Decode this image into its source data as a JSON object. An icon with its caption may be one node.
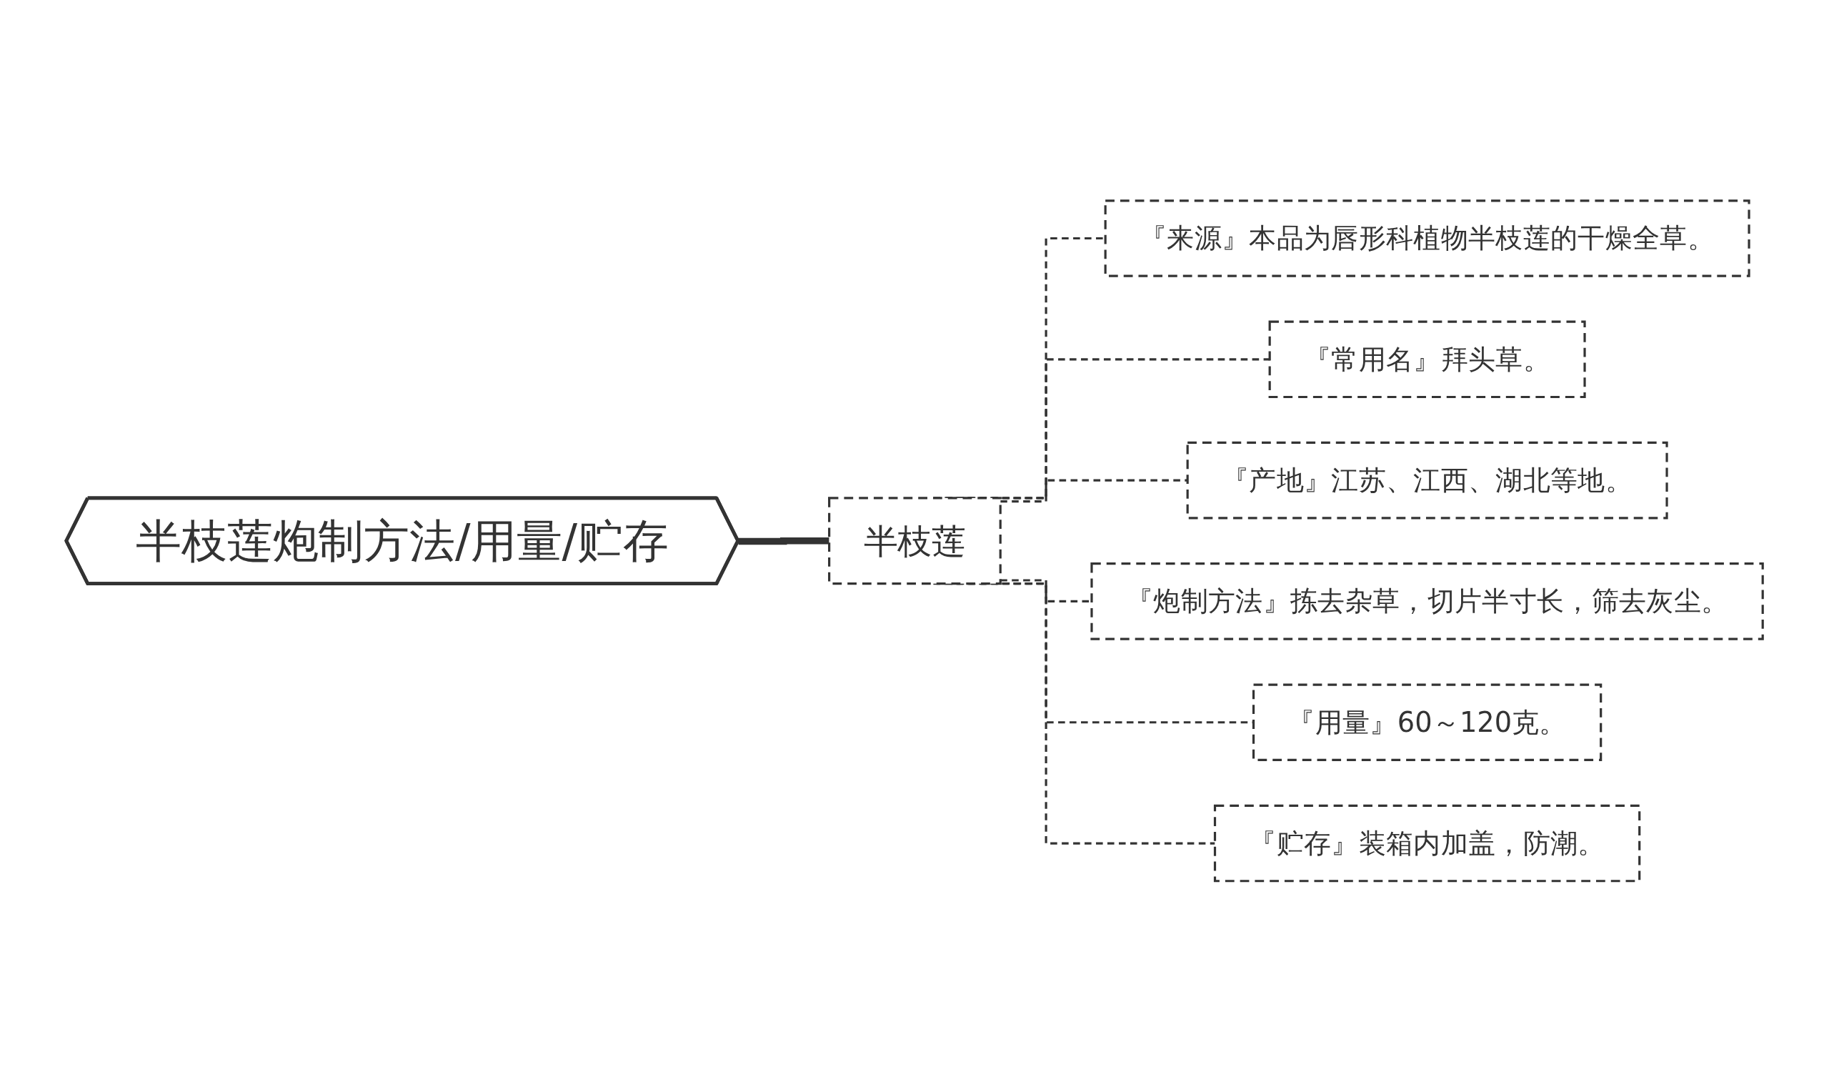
{
  "diagram": {
    "nodes": [
      {
        "text": [
          "半枝莲炮制方法/用量/贮存"
        ]
      },
      {
        "text": [
          "半枝莲"
        ]
      },
      {
        "text": [
          "『来源』本品为唇形科植物半枝莲的干燥全草。"
        ]
      },
      {
        "text": [
          "『常用名』拜头草。"
        ]
      },
      {
        "text": [
          "『产地』江苏、江西、湖北等地。"
        ]
      },
      {
        "text": [
          "『炮制方法』拣去杂草，切片半寸长，筛去灰尘。"
        ]
      },
      {
        "text": [
          "『用量』60～120克。"
        ]
      },
      {
        "text": [
          "『贮存』装箱内加盖，防潮。"
        ]
      }
    ],
    "edges": [
      {
        "from": 0,
        "to": 1,
        "arrow": "none",
        "style": "thick"
      },
      {
        "from": 1,
        "to": 2,
        "arrow": "none",
        "style": "dashed"
      },
      {
        "from": 1,
        "to": 3,
        "arrow": "none",
        "style": "dashed"
      },
      {
        "from": 1,
        "to": 4,
        "arrow": "none",
        "style": "dashed"
      },
      {
        "from": 1,
        "to": 5,
        "arrow": "none",
        "style": "dashed"
      },
      {
        "from": 1,
        "to": 6,
        "arrow": "none",
        "style": "dashed"
      },
      {
        "from": 1,
        "to": 7,
        "arrow": "none",
        "style": "dashed"
      }
    ]
  }
}
